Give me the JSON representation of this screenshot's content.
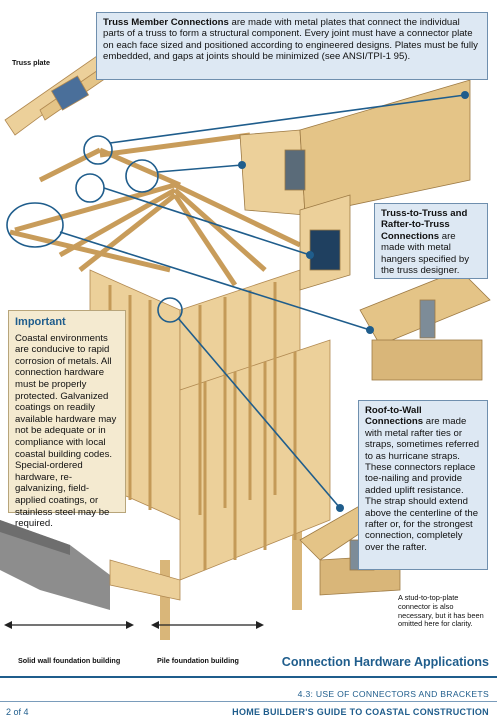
{
  "callouts": {
    "truss_member": {
      "title": "Truss Member Connections",
      "text": " are made with metal plates that connect the individual parts of a truss to form a structural component. Every joint must have a connector plate on each face sized and positioned according to engineered designs. Plates must be fully embedded, and gaps at joints should be minimized (see ANSI/TPI-1 95)."
    },
    "truss_to_truss": {
      "title": "Truss-to-Truss and Rafter-to-Truss Connections",
      "text": " are made with metal hangers specified by the truss designer."
    },
    "roof_to_wall": {
      "title": "Roof-to-Wall Connections",
      "text": " are made with metal rafter ties or straps, sometimes referred to as hurricane straps. These connectors replace toe-nailing and provide added uplift resistance. The strap should extend above the centerline of the rafter or, for the strongest connection, completely over the rafter."
    }
  },
  "important": {
    "title": "Important",
    "text": "Coastal environments are conducive to rapid corrosion of metals. All connection hardware must be properly protected. Galvanized coatings on readily available hardware may not be adequate or in compliance with local coastal building codes. Special-ordered hardware, re-galvanizing, field-applied coatings, or stainless steel may be required."
  },
  "labels": {
    "truss_plate": "Truss plate",
    "stud_note": "A stud-to-top-plate connector is also necessary, but it has been omitted here for clarity.",
    "solid_wall": "Solid wall foundation building",
    "pile": "Pile foundation building"
  },
  "figure_title": "Connection Hardware Applications",
  "footer": {
    "section": "4.3: USE OF CONNECTORS AND BRACKETS",
    "page": "2 of 4",
    "guide": "HOME BUILDER'S GUIDE TO COASTAL CONSTRUCTION"
  },
  "colors": {
    "accent": "#1f5d8c",
    "callout_bg": "#dde8f3",
    "important_bg": "#f4ead0",
    "wood": "#e9c98f"
  }
}
